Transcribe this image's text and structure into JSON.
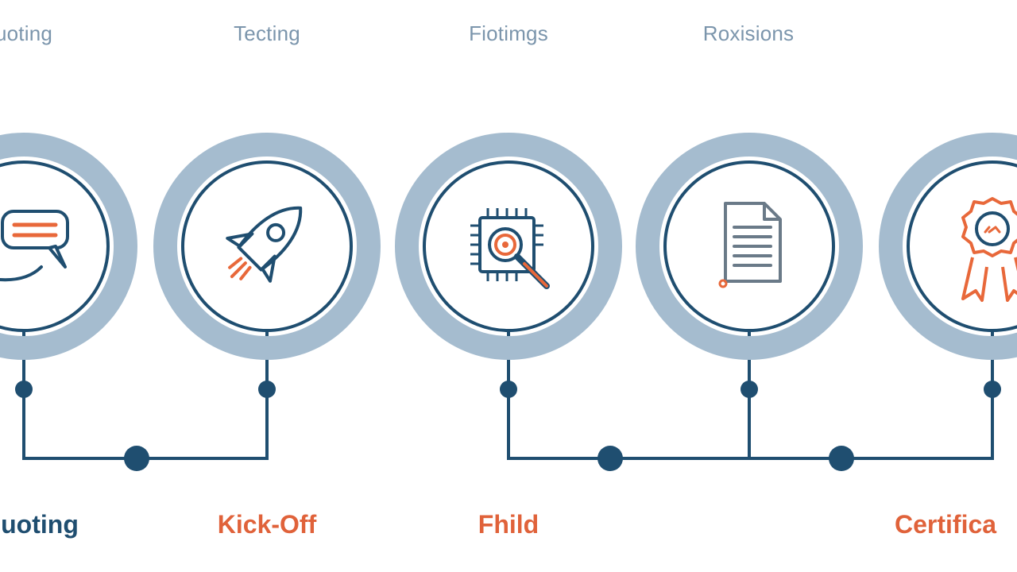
{
  "colors": {
    "navy": "#1f4e70",
    "ring": "#a5bccf",
    "accent": "#e8683a",
    "label_gray": "#7b95ac",
    "doc_gray": "#6a7a88"
  },
  "top_labels": [
    "uoting",
    "Tecting",
    "Fiotimgs",
    "Roxisions"
  ],
  "bottom_labels": [
    {
      "text": "uoting",
      "color": "#1f4e70"
    },
    {
      "text": "Kick-Off",
      "color": "#e0623a"
    },
    {
      "text": "Fhild",
      "color": "#e0623a"
    },
    {
      "text": "Certifica",
      "color": "#e0623a"
    }
  ],
  "steps": [
    {
      "icon": "chat-bubble-icon"
    },
    {
      "icon": "rocket-icon"
    },
    {
      "icon": "chip-magnifier-icon"
    },
    {
      "icon": "document-icon"
    },
    {
      "icon": "award-ribbon-icon"
    }
  ]
}
